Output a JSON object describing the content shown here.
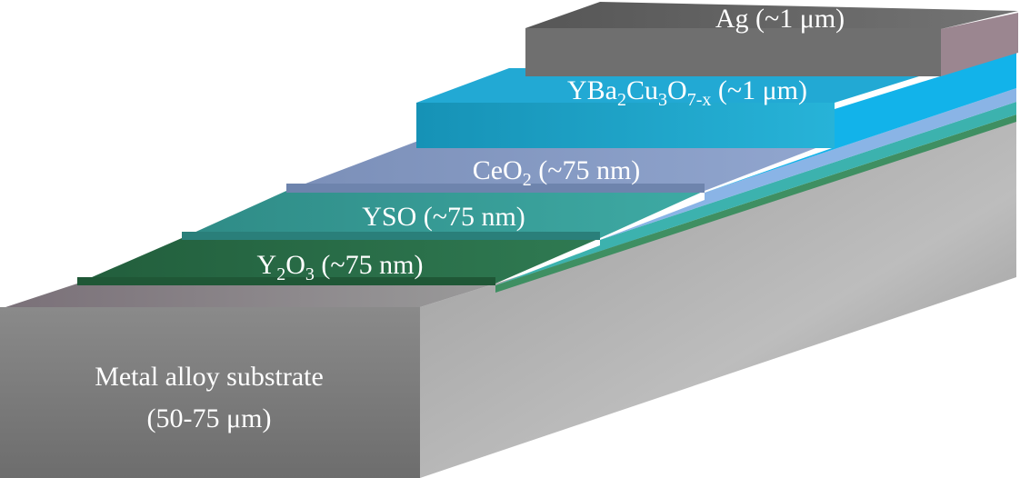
{
  "layers": {
    "substrate": {
      "label_line1": "Metal alloy substrate",
      "label_line2": "(50-75 μm)"
    },
    "y2o3": {
      "pre": "Y",
      "s1": "2",
      "mid": "O",
      "s2": "3",
      "post": " (~75 nm)"
    },
    "yso": {
      "label": "YSO (~75 nm)"
    },
    "ceo2": {
      "pre": "CeO",
      "s1": "2",
      "post": " (~75 nm)"
    },
    "ybco": {
      "pre": "YBa",
      "s1": "2",
      "mid1": "Cu",
      "s2": "3",
      "mid2": "O",
      "s3": "7-x",
      "post": " (~1 μm)"
    },
    "ag": {
      "label": "Ag (~1 μm)"
    }
  },
  "colors": {
    "substrate": "#8a8a8a",
    "y2o3": "#2e7d4f",
    "yso": "#36a9a3",
    "ceo2": "#7f9cc8",
    "ybco": "#1ea6cf",
    "ag": "#707070"
  }
}
